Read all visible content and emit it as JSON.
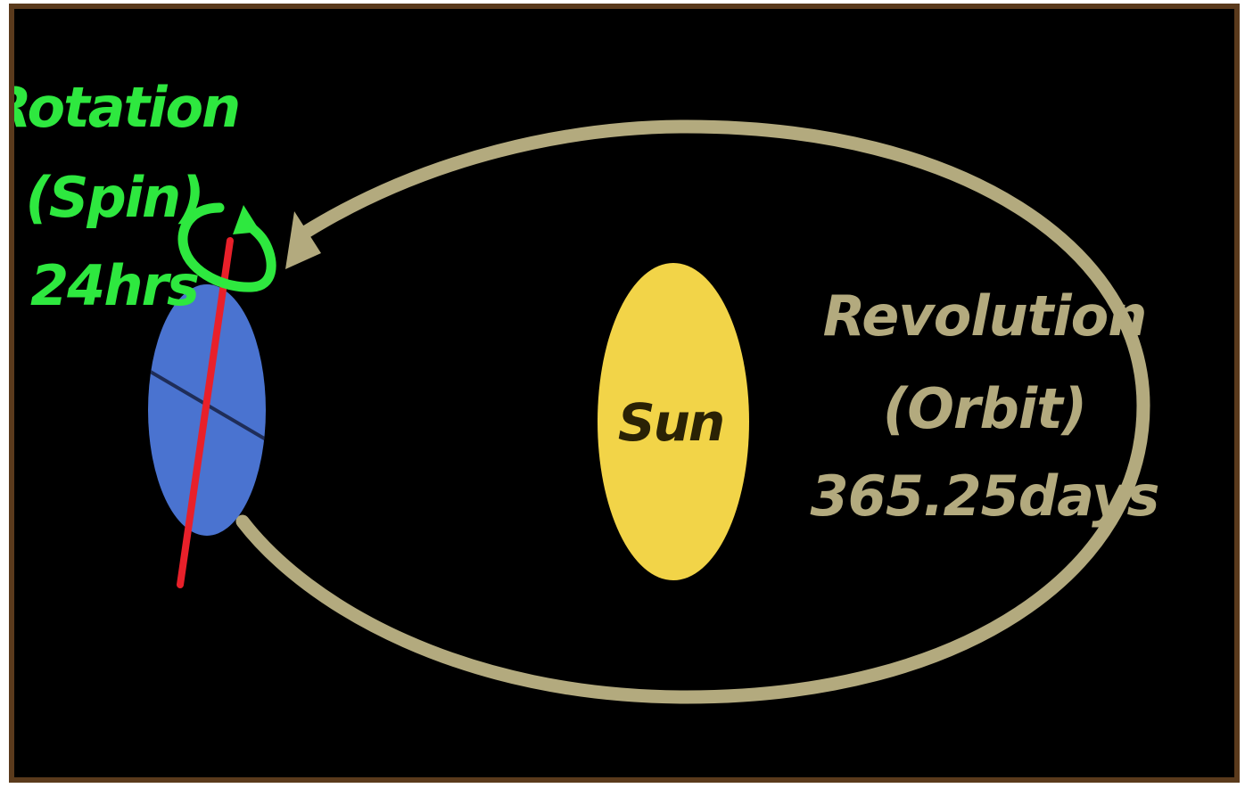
{
  "diagram": {
    "rotation": {
      "line1": "Rotation",
      "line2": "(Spin)",
      "line3": "24hrs"
    },
    "sun": {
      "label": "Sun"
    },
    "revolution": {
      "line1": "Revolution",
      "line2": "(Orbit)",
      "line3": "365.25days"
    }
  },
  "colors": {
    "background": "#000000",
    "frame": "#5a3a1c",
    "rotation_text": "#2ee83f",
    "orbit": "#b3aa7e",
    "sun": "#f2d448",
    "earth": "#4a73d0",
    "axis": "#e8202a"
  },
  "icons": {
    "earth": "planet-earth",
    "sun": "sun-disc",
    "spin": "circular-arrow",
    "orbit": "orbit-arrow"
  }
}
